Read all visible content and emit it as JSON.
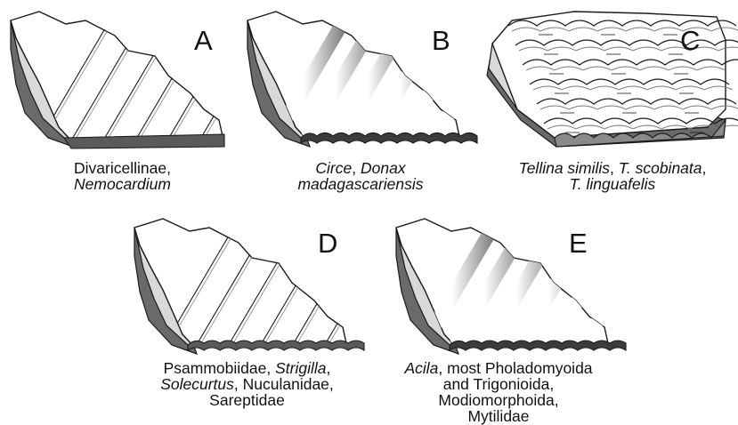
{
  "panels": [
    {
      "letter": "A",
      "style": "white-ribs",
      "caption": [
        [
          {
            "t": "Divaricellinae,",
            "i": false
          }
        ],
        [
          {
            "t": "Nemocardium",
            "i": true
          }
        ]
      ]
    },
    {
      "letter": "B",
      "style": "shaded-grooves",
      "caption": [
        [
          {
            "t": "Circe",
            "i": true
          },
          {
            "t": ", ",
            "i": false
          },
          {
            "t": "Donax",
            "i": true
          }
        ],
        [
          {
            "t": "madagascariensis",
            "i": true
          }
        ]
      ]
    },
    {
      "letter": "C",
      "style": "lamellae",
      "caption": [
        [
          {
            "t": "Tellina similis",
            "i": true
          },
          {
            "t": ", ",
            "i": false
          },
          {
            "t": "T. scobinata",
            "i": true
          },
          {
            "t": ",",
            "i": false
          }
        ],
        [
          {
            "t": "T. linguafelis",
            "i": true
          }
        ]
      ]
    },
    {
      "letter": "D",
      "style": "white-ribs",
      "caption": [
        [
          {
            "t": "Psammobiidae, ",
            "i": false
          },
          {
            "t": "Strigilla",
            "i": true
          },
          {
            "t": ",",
            "i": false
          }
        ],
        [
          {
            "t": "Solecurtus",
            "i": true
          },
          {
            "t": ", Nuculanidae,",
            "i": false
          }
        ],
        [
          {
            "t": "Sareptidae",
            "i": false
          }
        ]
      ]
    },
    {
      "letter": "E",
      "style": "shaded-grooves",
      "caption": [
        [
          {
            "t": "Acila",
            "i": true
          },
          {
            "t": ", most Pholadomyoida",
            "i": false
          }
        ],
        [
          {
            "t": "and Trigonioida,",
            "i": false
          }
        ],
        [
          {
            "t": "Modiomorphoida,",
            "i": false
          }
        ],
        [
          {
            "t": "Mytilidae",
            "i": false
          }
        ]
      ]
    }
  ],
  "colors": {
    "outline": "#1a1a1a",
    "shell_face": "#ffffff",
    "inner_face": "#d9d9d9",
    "edge_dark": "#6a6a6a",
    "groove_dark": "#3c3c3c"
  }
}
